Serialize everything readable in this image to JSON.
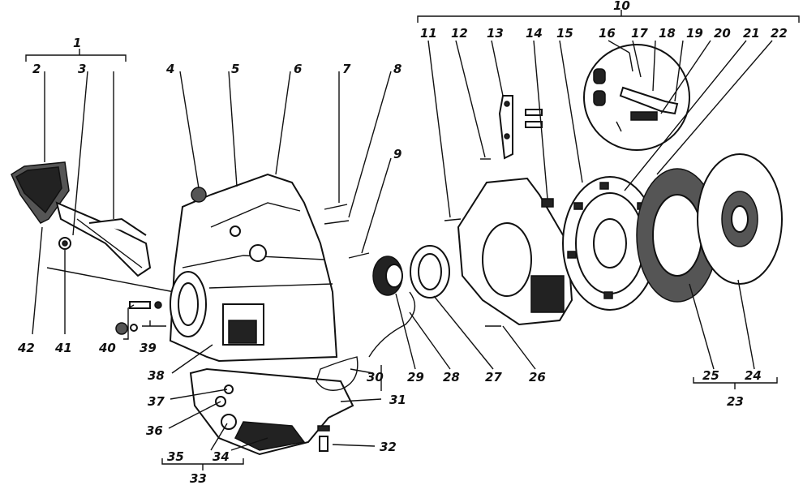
{
  "callouts": [
    {
      "id": "c1",
      "text": "1"
    },
    {
      "id": "c2",
      "text": "2"
    },
    {
      "id": "c3",
      "text": "3"
    },
    {
      "id": "c4",
      "text": "4"
    },
    {
      "id": "c5",
      "text": "5"
    },
    {
      "id": "c6",
      "text": "6"
    },
    {
      "id": "c7",
      "text": "7"
    },
    {
      "id": "c8",
      "text": "8"
    },
    {
      "id": "c9",
      "text": "9"
    },
    {
      "id": "c10",
      "text": "10"
    },
    {
      "id": "c11",
      "text": "11"
    },
    {
      "id": "c12",
      "text": "12"
    },
    {
      "id": "c13",
      "text": "13"
    },
    {
      "id": "c14",
      "text": "14"
    },
    {
      "id": "c15",
      "text": "15"
    },
    {
      "id": "c16",
      "text": "16"
    },
    {
      "id": "c17",
      "text": "17"
    },
    {
      "id": "c18",
      "text": "18"
    },
    {
      "id": "c19",
      "text": "19"
    },
    {
      "id": "c20",
      "text": "20"
    },
    {
      "id": "c21",
      "text": "21"
    },
    {
      "id": "c22",
      "text": "22"
    },
    {
      "id": "c23",
      "text": "23"
    },
    {
      "id": "c24",
      "text": "24"
    },
    {
      "id": "c25",
      "text": "25"
    },
    {
      "id": "c26",
      "text": "26"
    },
    {
      "id": "c27",
      "text": "27"
    },
    {
      "id": "c28",
      "text": "28"
    },
    {
      "id": "c29",
      "text": "29"
    },
    {
      "id": "c30",
      "text": "30"
    },
    {
      "id": "c31",
      "text": "31"
    },
    {
      "id": "c32",
      "text": "32"
    },
    {
      "id": "c33",
      "text": "33"
    },
    {
      "id": "c34",
      "text": "34"
    },
    {
      "id": "c35",
      "text": "35"
    },
    {
      "id": "c36",
      "text": "36"
    },
    {
      "id": "c37",
      "text": "37"
    },
    {
      "id": "c38",
      "text": "38"
    },
    {
      "id": "c39",
      "text": "39"
    },
    {
      "id": "c40",
      "text": "40"
    },
    {
      "id": "c41",
      "text": "41"
    },
    {
      "id": "c42",
      "text": "42"
    }
  ]
}
